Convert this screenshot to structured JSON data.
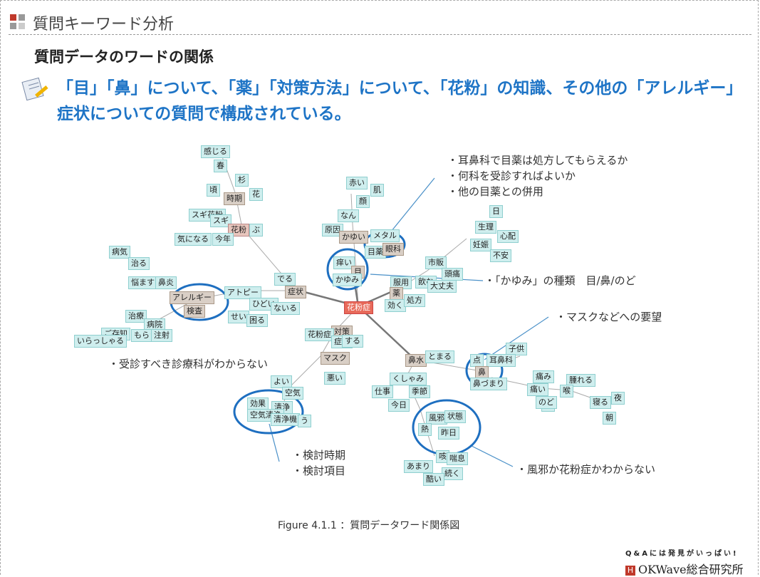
{
  "header": {
    "title": "質問キーワード分析"
  },
  "subtitle": "質問データのワードの関係",
  "lead": "「目」「鼻」について、「薬」「対策方法」について、「花粉」の知識、その他の「アレルギー」症状についての質問で構成されている。",
  "notes": {
    "eye_med": [
      "・耳鼻科で目薬は処方してもらえるか",
      "・何科を受診すればよいか",
      "・他の目薬との併用"
    ],
    "itch": "・「かゆみ」の種類　目/鼻/のど",
    "mask": "・マスクなどへの要望",
    "clinic": "・受診すべき診療科がわからない",
    "review": [
      "・検討時期",
      "・検討項目"
    ],
    "cold": "・風邪か花粉症かわからない"
  },
  "network": {
    "tags": [
      "感じる",
      "春",
      "杉",
      "頃",
      "時期",
      "花",
      "スギ花粉",
      "スギ",
      "花粉",
      "ぶ",
      "気になる",
      "今年",
      "病気",
      "治る",
      "悩ます",
      "鼻炎",
      "アレルギー",
      "検査",
      "治療",
      "病院",
      "ご存知",
      "もらう",
      "注射",
      "いらっしゃる",
      "でる",
      "症状",
      "アトピー",
      "ひどい",
      "ないる",
      "せい",
      "困る",
      "赤い",
      "肌",
      "顔",
      "なん",
      "原因",
      "かゆい",
      "メタル",
      "目薬",
      "眼科",
      "痒い",
      "目",
      "かゆみ",
      "市販",
      "頭痛",
      "服用",
      "飲む",
      "大丈夫",
      "薬",
      "効く",
      "処方",
      "生理",
      "日",
      "心配",
      "妊娠",
      "不安",
      "花粉症",
      "対策",
      "花粉症",
      "症状",
      "する",
      "マスク",
      "悪い",
      "よい",
      "空気",
      "効果",
      "清浄",
      "空気清浄",
      "清浄機",
      "う",
      "鼻水",
      "とまる",
      "くしゃみ",
      "仕事",
      "季節",
      "今日",
      "風邪",
      "状態",
      "熱",
      "昨日",
      "咳",
      "喘息",
      "あまり",
      "続く",
      "酷い",
      "子供",
      "耳鼻科",
      "点",
      "鼻",
      "鼻づまり",
      "痛み",
      "腫れる",
      "痛い",
      "喉",
      "耳",
      "のど",
      "寝る",
      "夜",
      "朝"
    ]
  },
  "caption": "Figure 4.1.1 ：質問データワード関係図",
  "footer": {
    "slogan": "Q&Aには発見がいっぱい!",
    "brand": "OKWave総合研究所",
    "logo": "H"
  },
  "colors": {
    "lead": "#1e74c6",
    "root": "#e86a5a",
    "circle": "#1e6fc0"
  }
}
